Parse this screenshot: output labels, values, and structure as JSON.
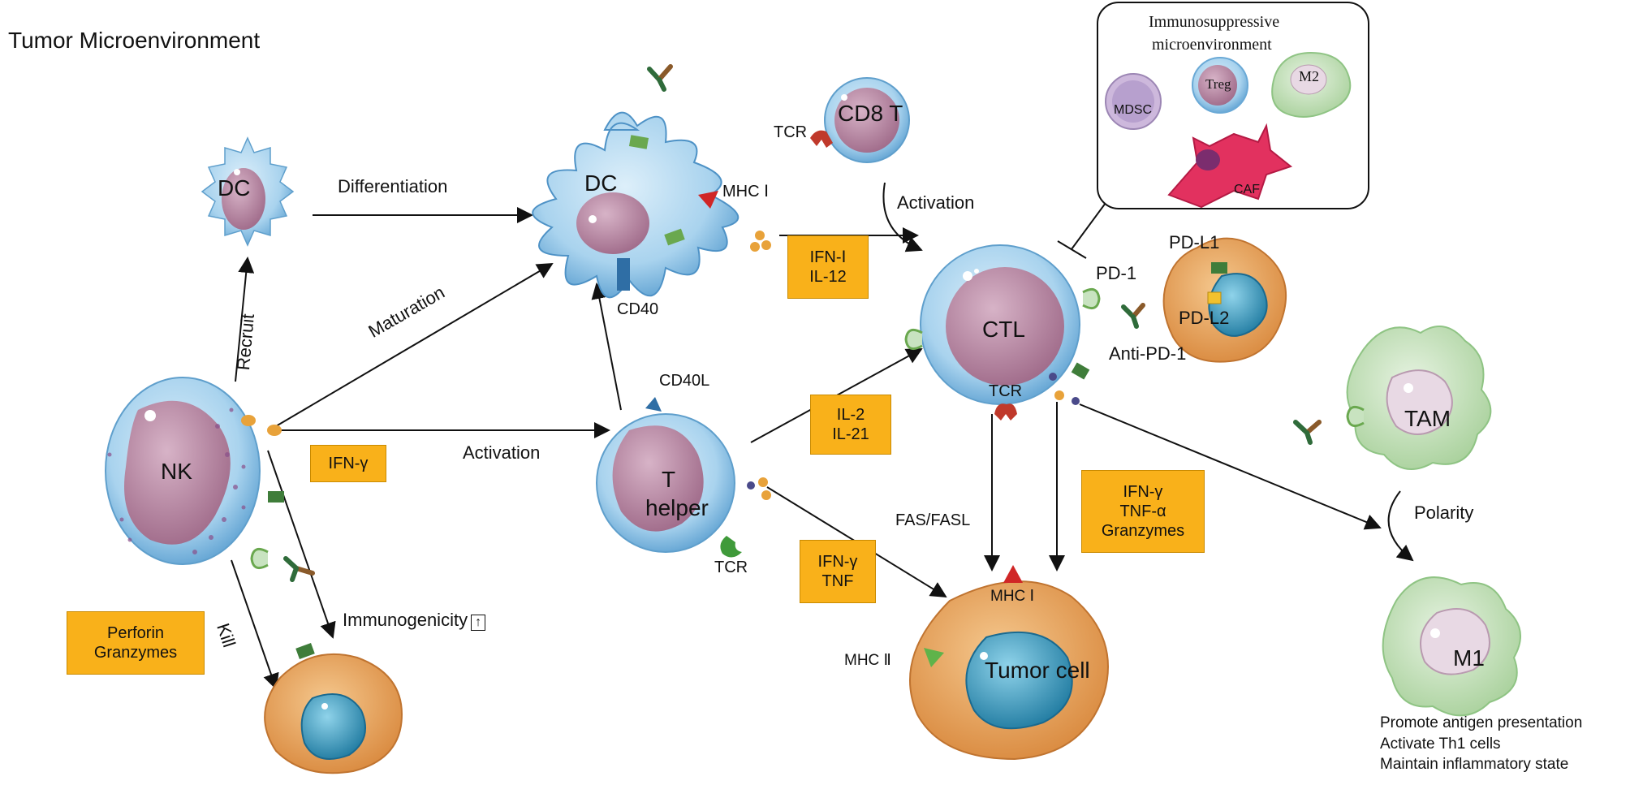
{
  "title": "Tumor Microenvironment",
  "cells": {
    "nk": "NK",
    "dc_small": "DC",
    "dc_large": "DC",
    "cd8": "CD8 T",
    "ctl": "CTL",
    "t_helper_1": "T",
    "t_helper_2": "helper",
    "tumor": "Tumor  cell",
    "tam": "TAM",
    "m1": "M1"
  },
  "inset": {
    "title_line1": "Immunosuppressive",
    "title_line2": "microenvironment",
    "mdsc": "MDSC",
    "treg": "Treg",
    "m2": "M2",
    "caf": "CAF"
  },
  "labels": {
    "differentiation": "Differentiation",
    "recruit": "Recruit",
    "maturation": "Maturation",
    "activation_nk": "Activation",
    "activation_cd8": "Activation",
    "kill": "Kill",
    "immunogenicity": "Immunogenicity",
    "immunogenicity_arrow": "↑",
    "mhc1_dc": "MHC Ⅰ",
    "cd40": "CD40",
    "cd40l": "CD40L",
    "tcr_cd8": "TCR",
    "tcr_ctl": "TCR",
    "tcr_th": "TCR",
    "pd1": "PD-1",
    "pdl1": "PD-L1",
    "pdl2": "PD-L2",
    "anti_pd1": "Anti-PD-1",
    "fas": "FAS/FASL",
    "mhc1_tumor": "MHC Ⅰ",
    "mhc2_tumor": "MHC Ⅱ",
    "polarity": "Polarity"
  },
  "boxes": {
    "ifng_nk": [
      "IFN-γ"
    ],
    "perforin": [
      "Perforin",
      "Granzymes"
    ],
    "ifn1": [
      "IFN-Ⅰ",
      "IL-12"
    ],
    "il2": [
      "IL-2",
      "IL-21"
    ],
    "ifng_tnf": [
      "IFN-γ",
      "TNF"
    ],
    "ifng_tnfa": [
      "IFN-γ",
      "TNF-α",
      "Granzymes"
    ]
  },
  "effects": [
    "Promote antigen presentation",
    "Activate Th1 cells",
    "Maintain inflammatory state"
  ],
  "colors": {
    "cell_blue": "#a9d3ee",
    "nucleus_purple": "#b7869f",
    "tumor_orange": "#e8a65c",
    "tumor_nucleus": "#2e8eb0",
    "macrophage_green": "#c8e3c0",
    "box_orange": "#f9b11a"
  }
}
